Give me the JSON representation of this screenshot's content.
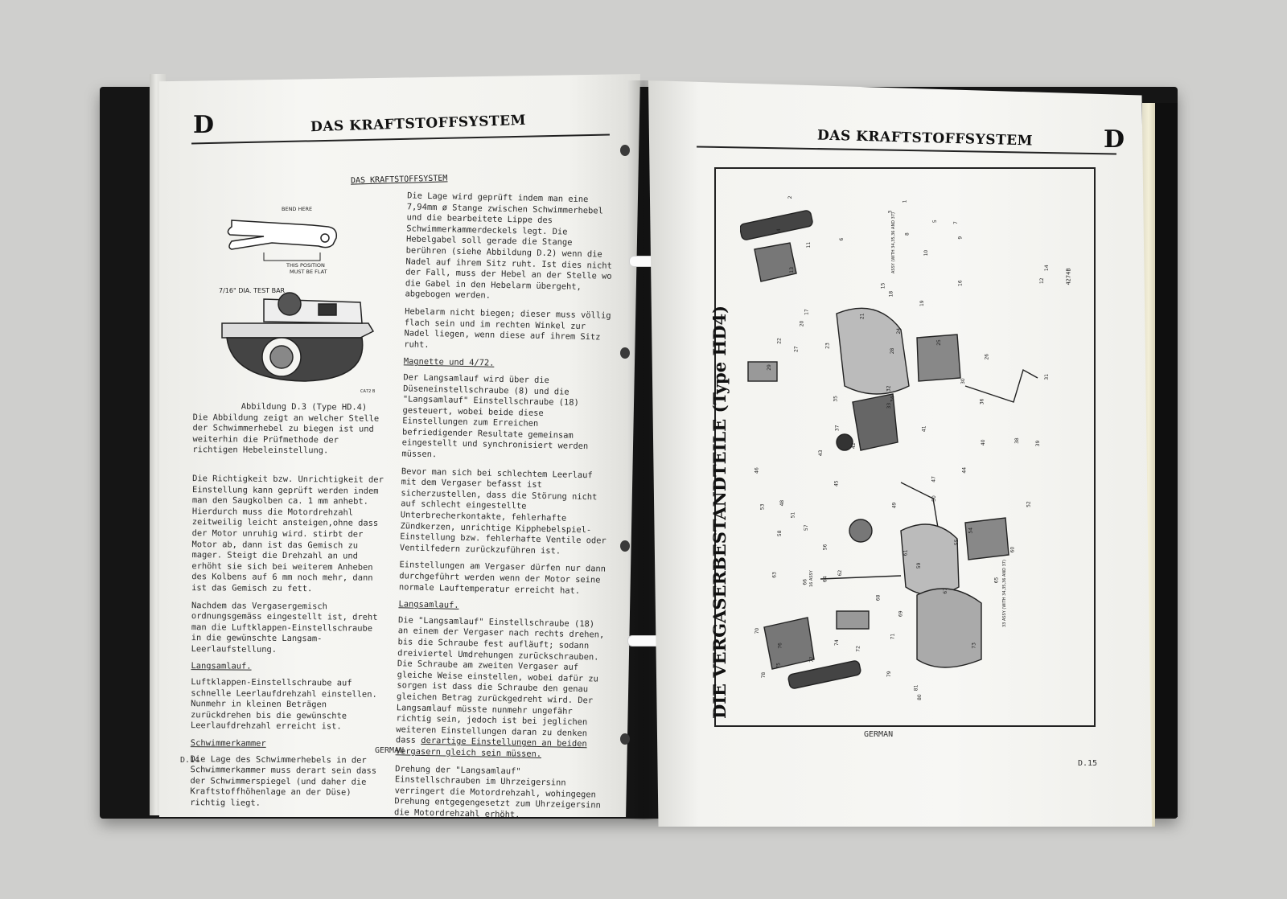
{
  "left_page": {
    "letter": "D",
    "header": "DAS KRAFTSTOFFSYSTEM",
    "section_title": "DAS KRAFTSTOFFSYSTEM",
    "figure_labels": {
      "bend_here": "BEND HERE",
      "this_position": "THIS POSITION",
      "must_be_flat": "MUST BE FLAT",
      "test_bar": "7/16\" DIA. TEST BAR",
      "code": "CA72 B"
    },
    "col1": {
      "caption": "Abbildung D.3 (Type HD.4)",
      "p1": "Die Abbildung zeigt an welcher Stelle der Schwimmerhebel zu biegen ist und weiterhin die Prüfmethode der richtigen Hebeleinstellung.",
      "p2": "Die Richtigkeit bzw. Unrichtigkeit der Einstellung kann geprüft werden indem man den Saugkolben ca. 1 mm anhebt. Hierdurch muss die Motordrehzahl zeitweilig leicht ansteigen,ohne dass der Motor unruhig wird. stirbt der Motor ab, dann ist das Gemisch zu mager. Steigt die Drehzahl an und erhöht sie sich bei weiterem Anheben des Kolbens auf 6 mm noch mehr, dann ist das Gemisch zu fett.",
      "p3": "Nachdem das Vergasergemisch ordnungsgemäss eingestellt ist, dreht man die Luftklappen-Einstellschraube in die gewünschte Langsam-Leerlaufstellung.",
      "h1": "Langsamlauf.",
      "p4": "Luftklappen-Einstellschraube auf schnelle Leerlaufdrehzahl einstellen. Nunmehr in kleinen Beträgen zurückdrehen bis die gewünschte Leerlaufdrehzahl erreicht ist.",
      "h2": "Schwimmerkammer",
      "p5": "Die Lage des Schwimmerhebels in der Schwimmerkammer muss derart sein dass der Schwimmerspiegel (und daher die Kraftstoffhöhenlage an der Düse) richtig liegt."
    },
    "col2": {
      "p1": "Die Lage wird geprüft indem man eine 7,94mm ø Stange zwischen Schwimmerhebel und die bearbeitete Lippe des Schwimmerkammerdeckels legt. Die Hebelgabel soll gerade die Stange berühren (siehe Abbildung D.2) wenn die Nadel auf ihrem Sitz ruht. Ist dies nicht der Fall, muss der Hebel an der Stelle wo die Gabel in den Hebelarm übergeht, abgebogen werden.",
      "p2": "Hebelarm nicht biegen; dieser muss völlig flach sein und im rechten Winkel zur Nadel liegen, wenn diese auf ihrem Sitz ruht.",
      "h1": "Magnette und 4/72.",
      "p3": "Der Langsamlauf wird über die Düseneinstellschraube (8) und die \"Langsamlauf\" Einstellschraube (18) gesteuert, wobei beide diese Einstellungen zum Erreichen befriedigender Resultate gemeinsam eingestellt und synchronisiert werden müssen.",
      "p4": "Bevor man sich bei schlechtem Leerlauf mit dem Vergaser befasst ist sicherzustellen, dass die Störung nicht auf schlecht eingestellte Unterbrecherkontakte, fehlerhafte Zündkerzen, unrichtige Kipphebelspiel-Einstellung bzw. fehlerhafte Ventile oder Ventilfedern zurückzuführen ist.",
      "p5": "Einstellungen am Vergaser dürfen nur dann durchgeführt werden wenn der Motor seine normale Lauftemperatur erreicht hat.",
      "h2": "Langsamlauf.",
      "p6": "Die \"Langsamlauf\" Einstellschraube (18) an einem der Vergaser nach rechts drehen, bis die Schraube fest aufläuft; sodann dreiviertel Umdrehungen zurückschrauben. Die Schraube am zweiten Vergaser auf gleiche Weise einstellen, wobei dafür zu sorgen ist dass die Schraube den genau gleichen Betrag zurückgedreht wird. Der Langsamlauf müsste nunmehr ungefähr richtig sein, jedoch ist bei jeglichen weiteren Einstellungen daran zu denken dass",
      "p6_u": "derartige Einstellungen an beiden Vergasern gleich sein müssen.",
      "p7": "Drehung der \"Langsamlauf\" Einstellschrauben im Uhrzeigersinn verringert die Motordrehzahl, wohingegen Drehung entgegengesetzt zum Uhrzeigersinn die Motordrehzahl erhöht."
    },
    "footer_left": "D.14",
    "footer_center": "GERMAN"
  },
  "right_page": {
    "letter": "D",
    "header": "DAS KRAFTSTOFFSYSTEM",
    "diagram_title": "DIE VERGASERBESTANDTEILE (Type HD4)",
    "diagram_code": "4274B",
    "assy_labels": [
      "ASSY (WITH 34,35,36 AND 37)",
      "33 ASSY (WITH 34,35,36 AND 37)",
      "16 ASSY"
    ],
    "part_numbers": [
      "1",
      "2",
      "3",
      "4",
      "5",
      "6",
      "7",
      "8",
      "9",
      "10",
      "11",
      "12",
      "13",
      "14",
      "15",
      "16",
      "17",
      "18",
      "19",
      "20",
      "21",
      "22",
      "23",
      "24",
      "25",
      "26",
      "27",
      "28",
      "29",
      "30",
      "31",
      "32",
      "33",
      "34",
      "35",
      "36",
      "37",
      "38",
      "39",
      "40",
      "41",
      "42",
      "43",
      "44",
      "45",
      "46",
      "47",
      "48",
      "49",
      "50",
      "51",
      "52",
      "53",
      "54",
      "55",
      "56",
      "57",
      "58",
      "59",
      "60",
      "61",
      "62",
      "63",
      "64",
      "65",
      "66",
      "67",
      "68",
      "69",
      "70",
      "71",
      "72",
      "73",
      "74",
      "75",
      "76",
      "77",
      "78",
      "79",
      "80",
      "81"
    ],
    "footer_center": "GERMAN",
    "footer_right": "D.15"
  }
}
